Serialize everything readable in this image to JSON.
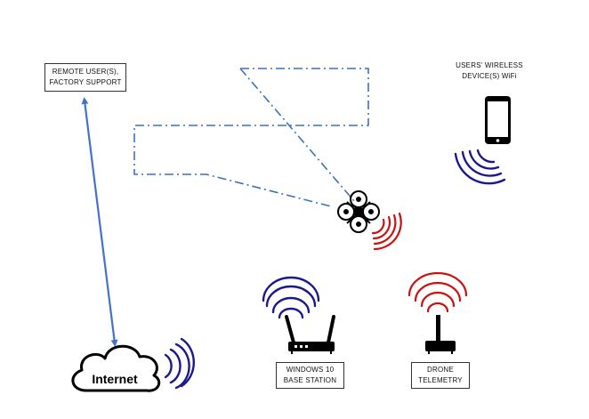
{
  "labels": {
    "remote_line1": "REMOTE USER(S),",
    "remote_line2": "FACTORY SUPPORT",
    "wireless_line1": "USERS' WIRELESS",
    "wireless_line2": "DEVICE(S) WiFi",
    "cloud": "Internet",
    "base_line1": "WINDOWS 10",
    "base_line2": "BASE STATION",
    "telemetry_line1": "DRONE",
    "telemetry_line2": "TELEMETRY"
  },
  "colors": {
    "flight_path": "#3c73b5",
    "link_arrow": "#4472c4",
    "wifi_blue": "#1a1a8c",
    "telemetry_red": "#cc1111",
    "device": "#000000"
  },
  "icons": [
    "smartphone-icon",
    "drone-icon",
    "router-icon",
    "telemetry-radio-icon",
    "cloud-icon"
  ]
}
